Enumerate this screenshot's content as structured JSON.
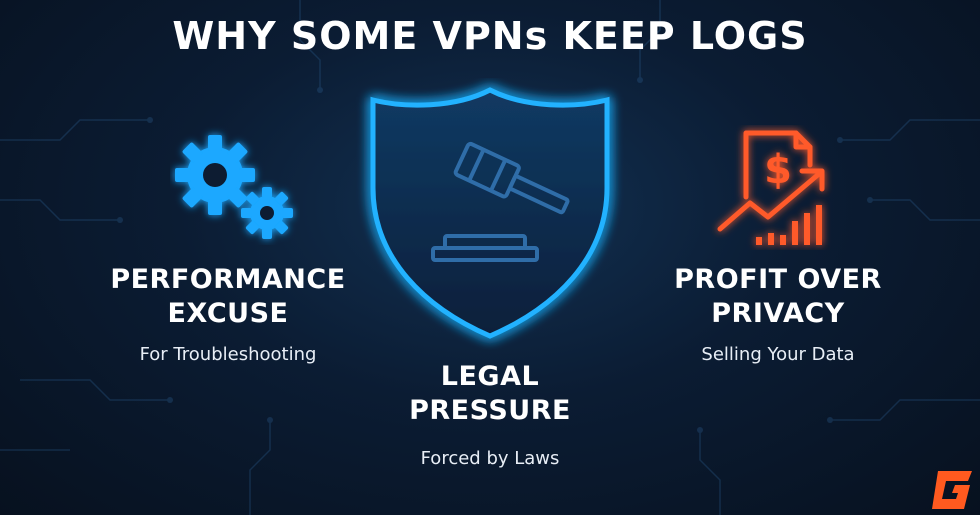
{
  "title": "WHY SOME VPNs KEEP LOGS",
  "items": [
    {
      "heading_line1": "PERFORMANCE",
      "heading_line2": "EXCUSE",
      "subtitle": "For Troubleshooting",
      "icon": "gears-icon"
    },
    {
      "heading_line1": "LEGAL",
      "heading_line2": "PRESSURE",
      "subtitle": "Forced by Laws",
      "icon": "shield-gavel-icon"
    },
    {
      "heading_line1": "PROFIT OVER",
      "heading_line2": "PRIVACY",
      "subtitle": "Selling Your Data",
      "icon": "dollar-chart-icon"
    }
  ],
  "colors": {
    "blue_accent": "#1aa8ff",
    "orange_accent": "#ff5a2a",
    "background": "#0b1c33"
  }
}
